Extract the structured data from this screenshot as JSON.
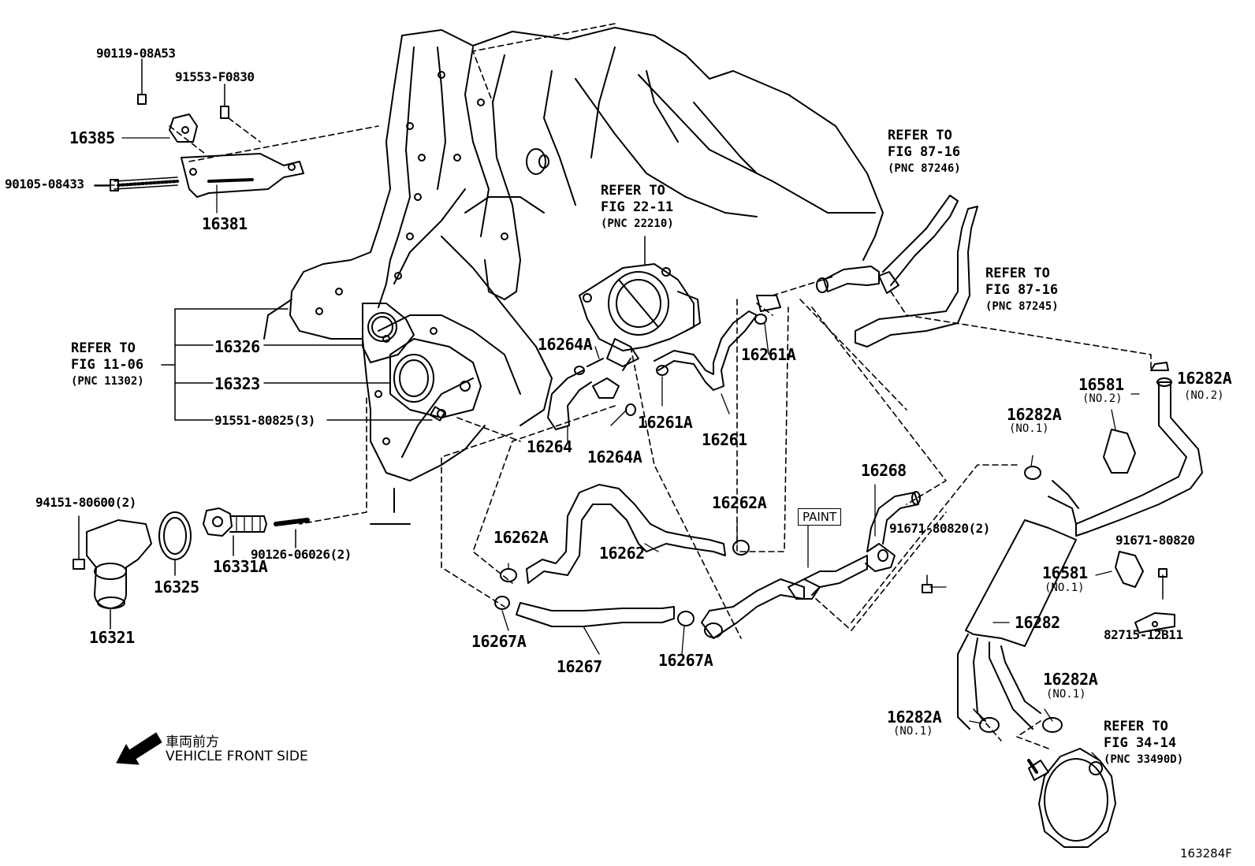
{
  "parts": {
    "p9011908A53": "90119-08A53",
    "p91553F0830": "91553-F0830",
    "p16385": "16385",
    "p9010508433": "90105-08433",
    "p16381": "16381",
    "p16326": "16326",
    "p16323": "16323",
    "p9155180825": "91551-80825(3)",
    "p9415180600": "94151-80600(2)",
    "p16325": "16325",
    "p16331A": "16331A",
    "p9012606026": "90126-06026(2)",
    "p16321": "16321",
    "p16264A_top": "16264A",
    "p16264": "16264",
    "p16264A_bot": "16264A",
    "p16261A_mid": "16261A",
    "p16261A_top": "16261A",
    "p16261": "16261",
    "p16262A_left": "16262A",
    "p16262": "16262",
    "p16262A_right": "16262A",
    "p16267A_left": "16267A",
    "p16267": "16267",
    "p16267A_right": "16267A",
    "p16268": "16268",
    "p9167180820_2": "91671-80820(2)",
    "p16581_no2": "16581",
    "p16282A_no2": "16282A",
    "p16282A_no1_a": "16282A",
    "p9167180820": "91671-80820",
    "p16581_no1": "16581",
    "p16282": "16282",
    "p8271512B11": "82715-12B11",
    "p16282A_no1_b": "16282A",
    "p16282A_no1_c": "16282A"
  },
  "subs": {
    "no2_a": "(NO.2)",
    "no2_b": "(NO.2)",
    "no1_a": "(NO.1)",
    "no1_b": "(NO.1)",
    "no1_c": "(NO.1)",
    "no1_d": "(NO.1)"
  },
  "refers": {
    "r1": {
      "l1": "REFER TO",
      "l2": "FIG 87-16",
      "l3": "(PNC 87246)"
    },
    "r2": {
      "l1": "REFER TO",
      "l2": "FIG 22-11",
      "l3": "(PNC 22210)"
    },
    "r3": {
      "l1": "REFER TO",
      "l2": "FIG 87-16",
      "l3": "(PNC 87245)"
    },
    "r4": {
      "l1": "REFER TO",
      "l2": "FIG 11-06",
      "l3": "(PNC 11302)"
    },
    "r5": {
      "l1": "REFER TO",
      "l2": "FIG 34-14",
      "l3": "(PNC 33490D)"
    }
  },
  "paint_label": "PAINT",
  "front": {
    "jp": "車両前方",
    "en": "VEHICLE FRONT SIDE"
  },
  "figure_id": "163284F"
}
